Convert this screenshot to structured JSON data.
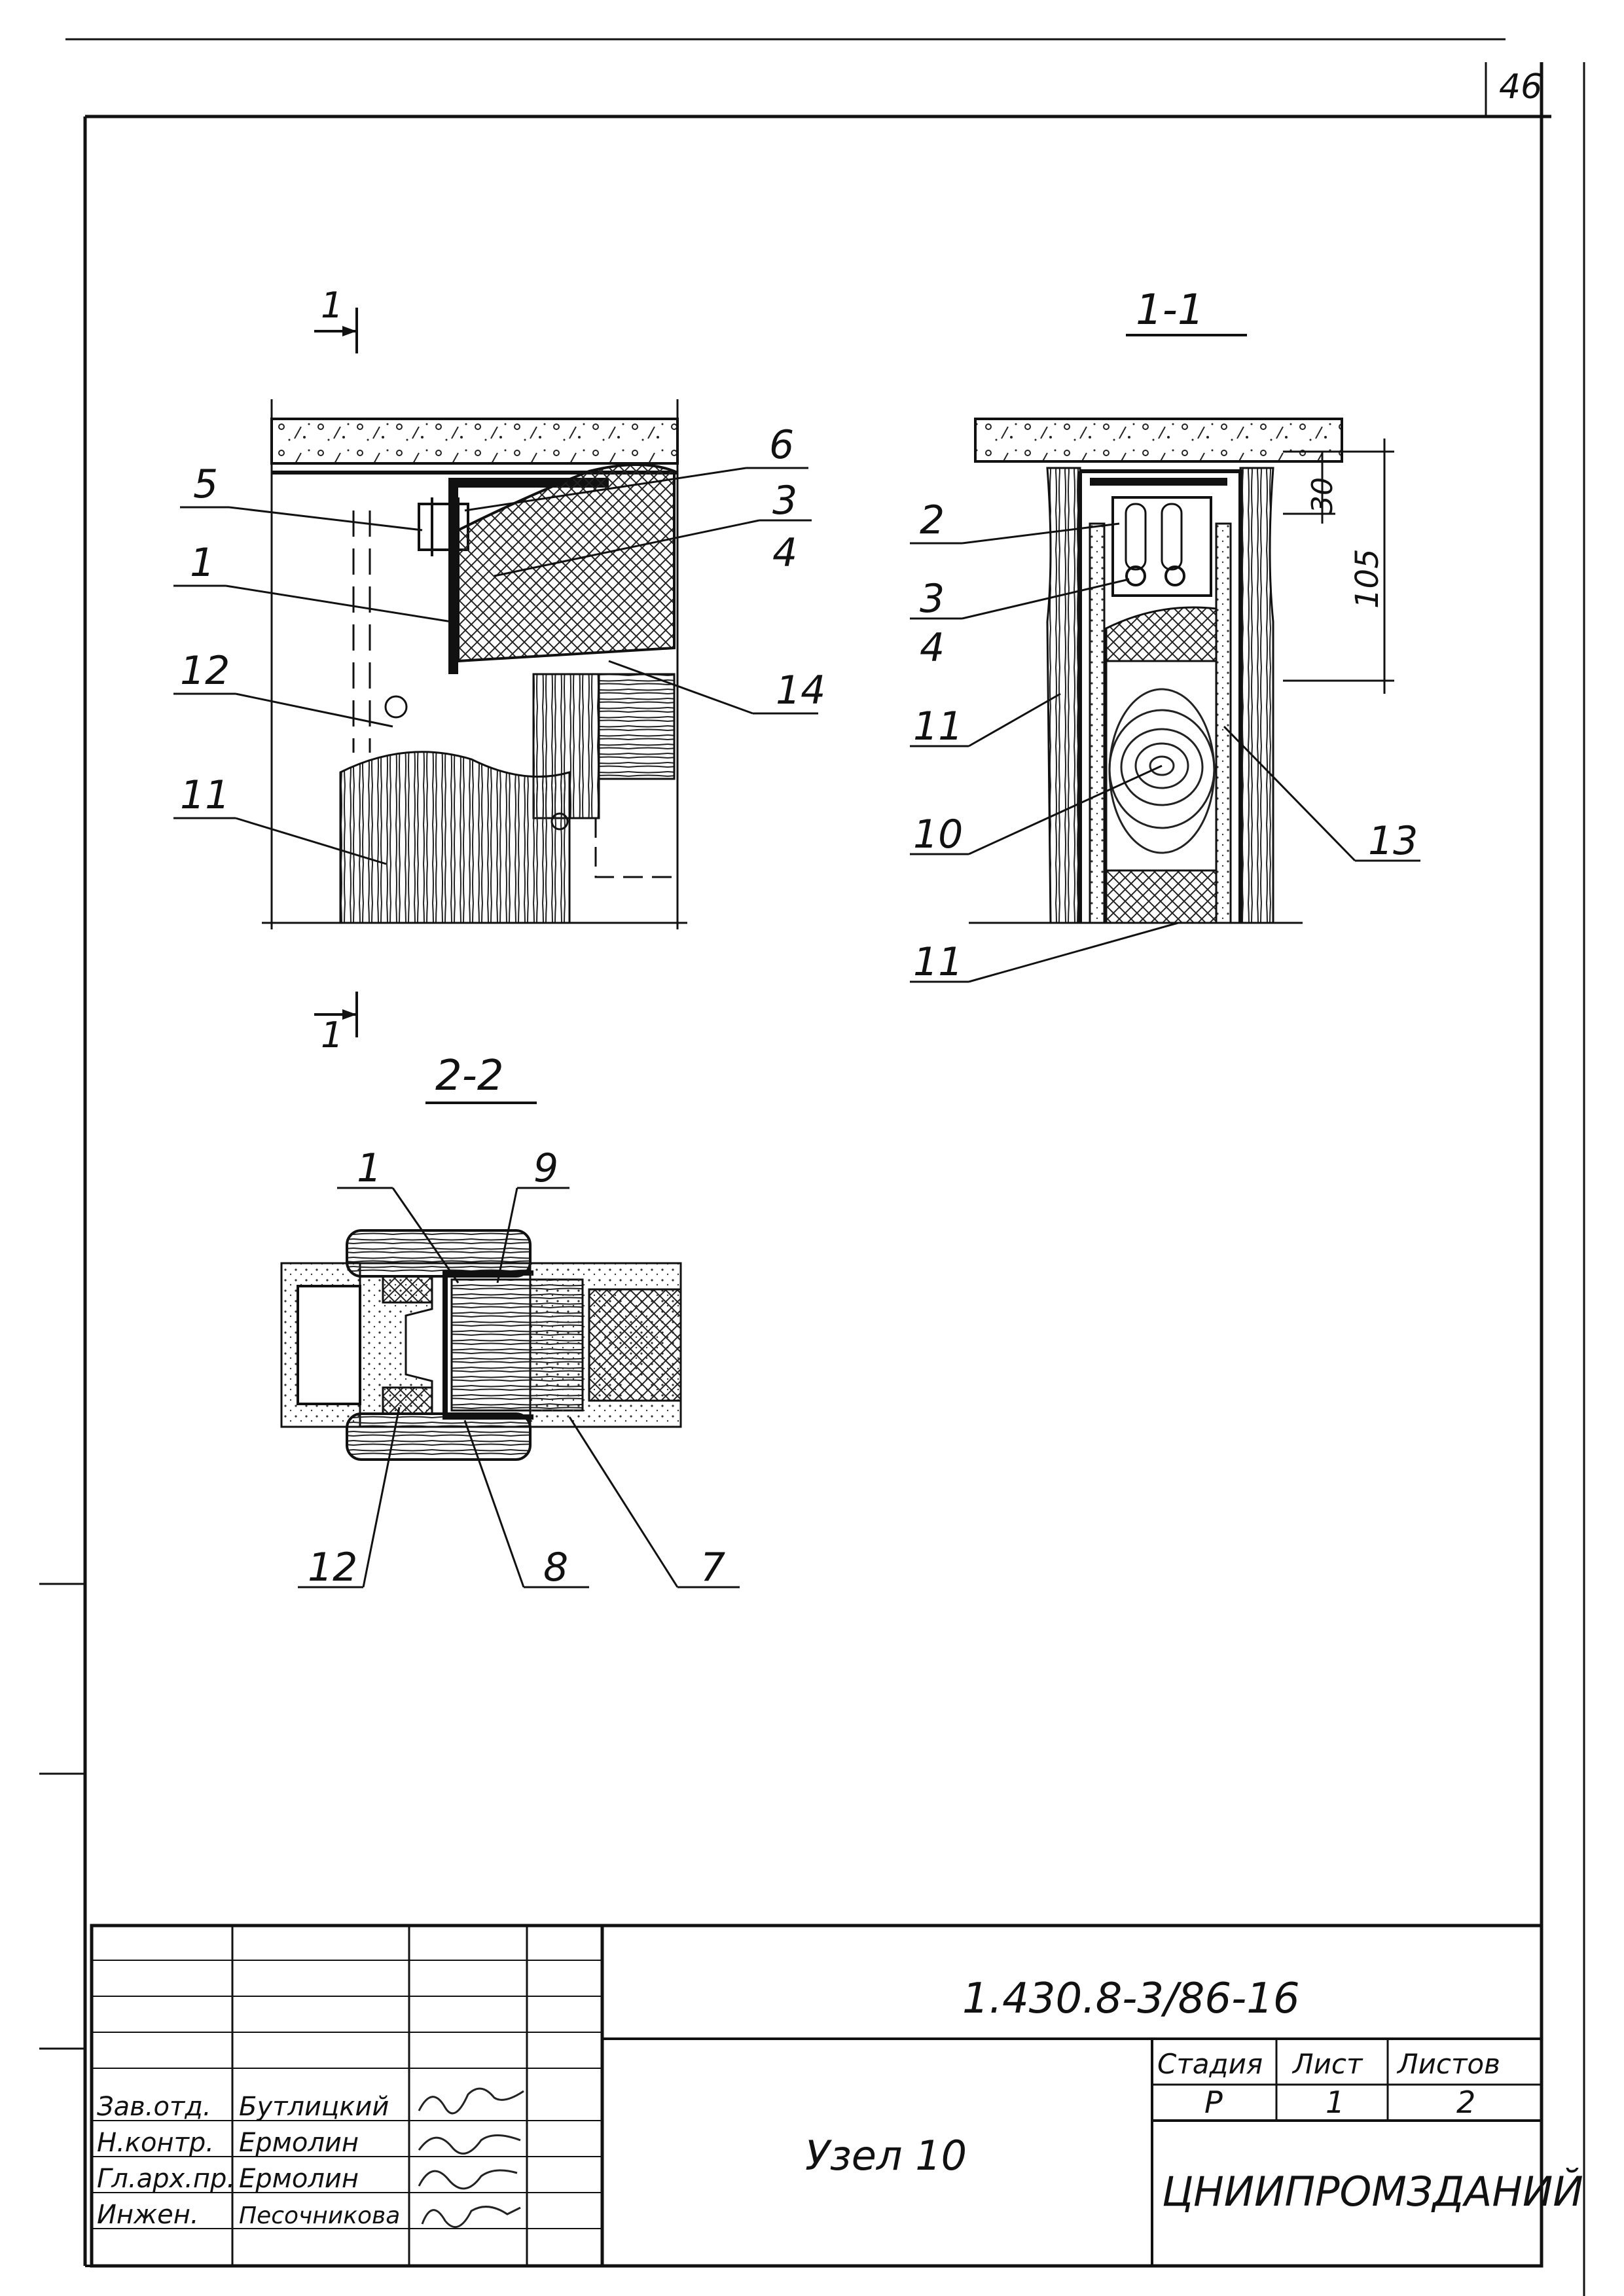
{
  "page_number": "46",
  "section_labels": {
    "main_cut_top": "1",
    "main_cut_bottom": "1",
    "section_1_1": "1-1",
    "section_2_2": "2-2"
  },
  "callouts_main": {
    "c5": "5",
    "c1": "1",
    "c12": "12",
    "c11": "11",
    "c6": "6",
    "c3": "3",
    "c4": "4",
    "c14": "14"
  },
  "callouts_1_1": {
    "c2": "2",
    "c3": "3",
    "c4": "4",
    "c11a": "11",
    "c10": "10",
    "c11b": "11",
    "c13": "13"
  },
  "dimensions_1_1": {
    "d30": "30",
    "d105": "105"
  },
  "callouts_2_2": {
    "c1": "1",
    "c9": "9",
    "c12": "12",
    "c8": "8",
    "c7": "7"
  },
  "title_block": {
    "doc_code": "1.430.8-3/86-16",
    "title": "Узел 10",
    "org": "ЦНИИПРОМЗДАНИЙ",
    "stage_hdr": "Стадия",
    "sheet_hdr": "Лист",
    "sheets_hdr": "Листов",
    "stage": "Р",
    "sheet": "1",
    "sheets": "2",
    "signers": [
      {
        "role": "Зав.отд.",
        "name": "Бутлицкий"
      },
      {
        "role": "Н.контр.",
        "name": "Ермолин"
      },
      {
        "role": "Гл.арх.пр.",
        "name": "Ермолин"
      },
      {
        "role": "Инжен.",
        "name": "Песочникова"
      }
    ]
  }
}
